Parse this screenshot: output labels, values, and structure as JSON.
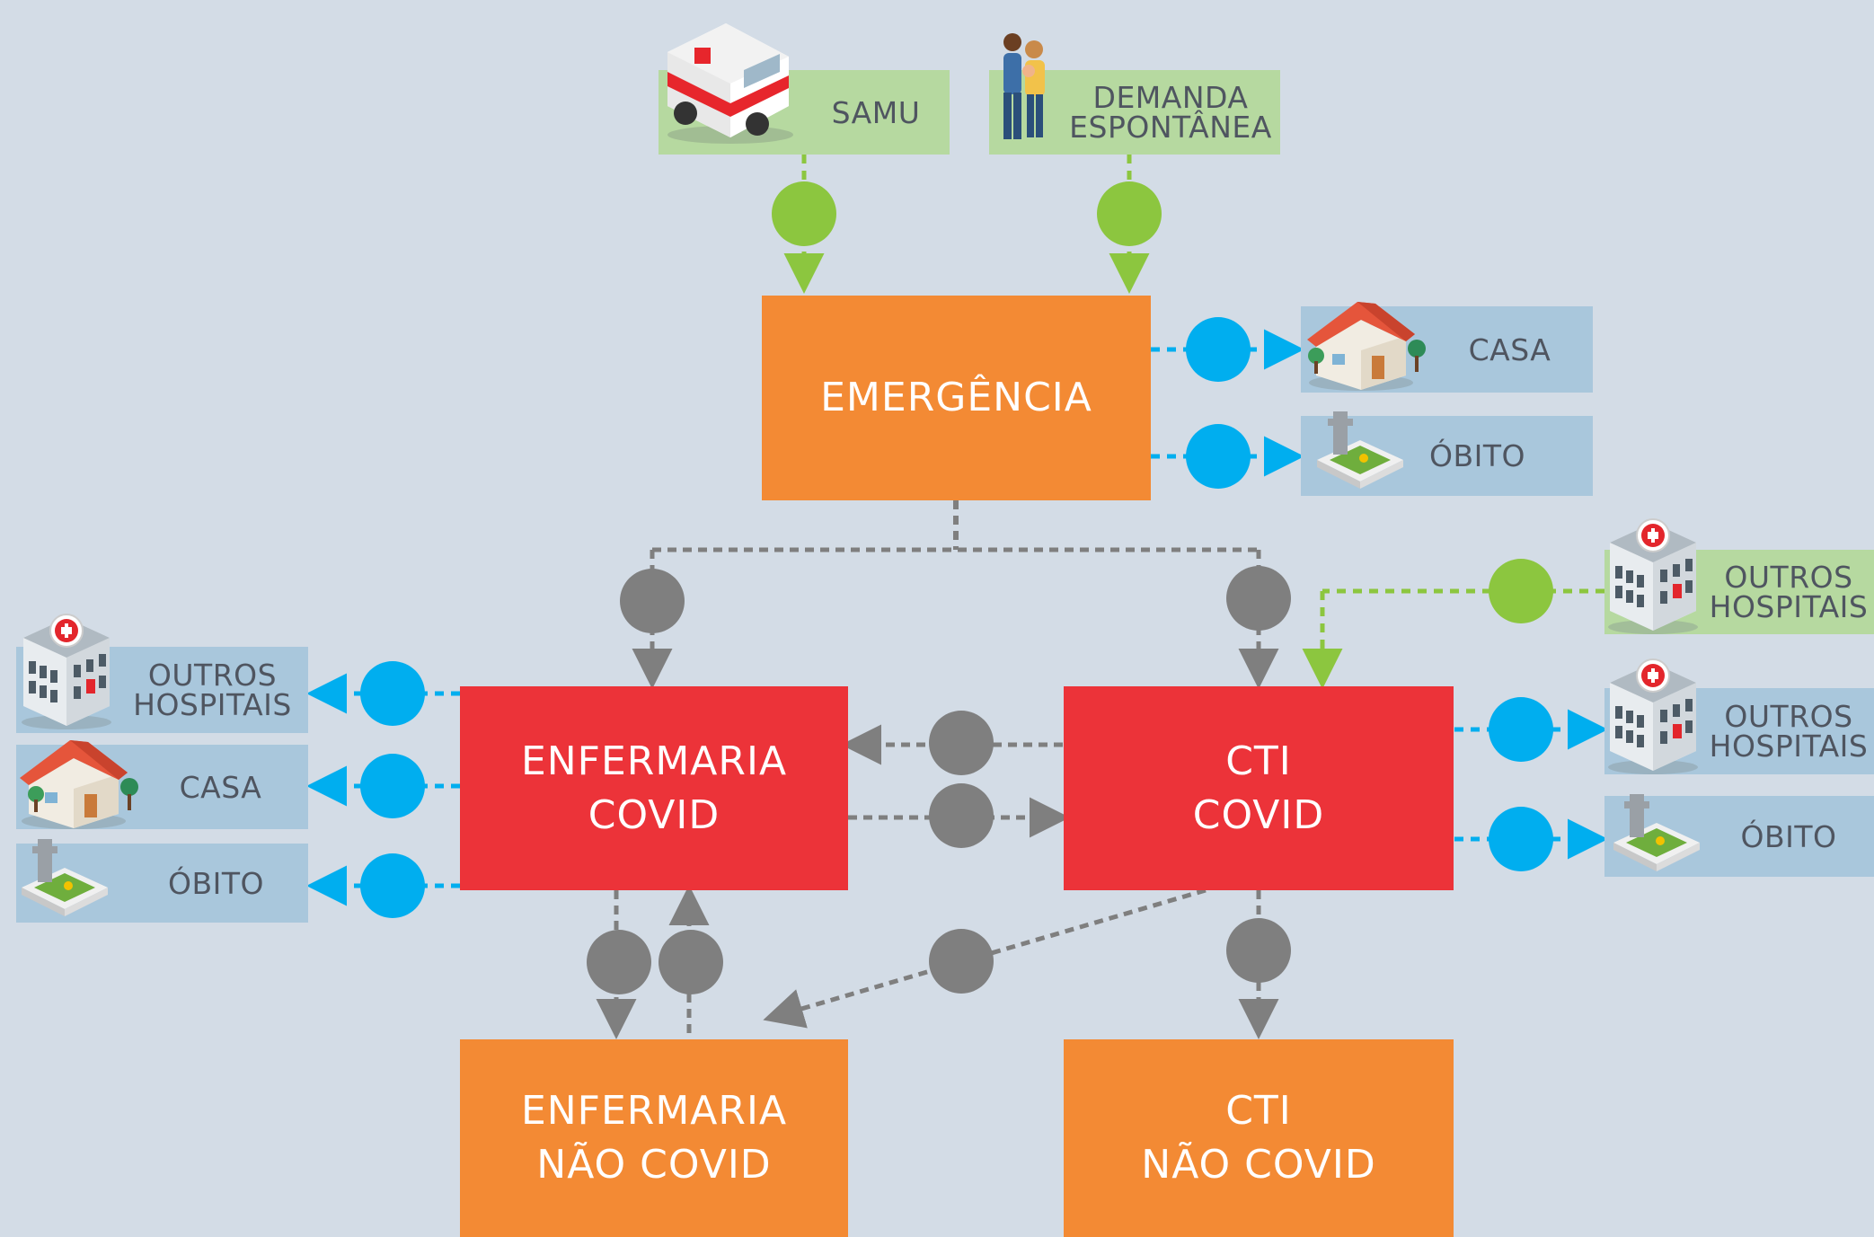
{
  "sources": {
    "samu": "SAMU",
    "demanda": "DEMANDA\nESPONTÂNEA"
  },
  "nodes": {
    "emergencia": "EMERGÊNCIA",
    "enfermaria_covid": "ENFERMARIA\nCOVID",
    "cti_covid": "CTI\nCOVID",
    "enfermaria_nao_covid": "ENFERMARIA\nNÃO COVID",
    "cti_nao_covid": "CTI\nNÃO COVID"
  },
  "outcomes": {
    "emergencia_casa": "CASA",
    "emergencia_obito": "ÓBITO",
    "enf_outros_hospitais": "OUTROS\nHOSPITAIS",
    "enf_casa": "CASA",
    "enf_obito": "ÓBITO",
    "cti_in_outros_hospitais": "OUTROS\nHOSPITAIS",
    "cti_outros_hospitais": "OUTROS\nHOSPITAIS",
    "cti_obito": "ÓBITO"
  },
  "colors": {
    "background": "#d3dce6",
    "orange": "#f38a34",
    "red": "#ec3339",
    "green_dot": "#8cc63f",
    "blue_dot": "#00aeef",
    "gray_dot": "#7f7f7f"
  },
  "icons": [
    "ambulance-icon",
    "family-icon",
    "house-icon",
    "grave-icon",
    "hospital-icon"
  ]
}
